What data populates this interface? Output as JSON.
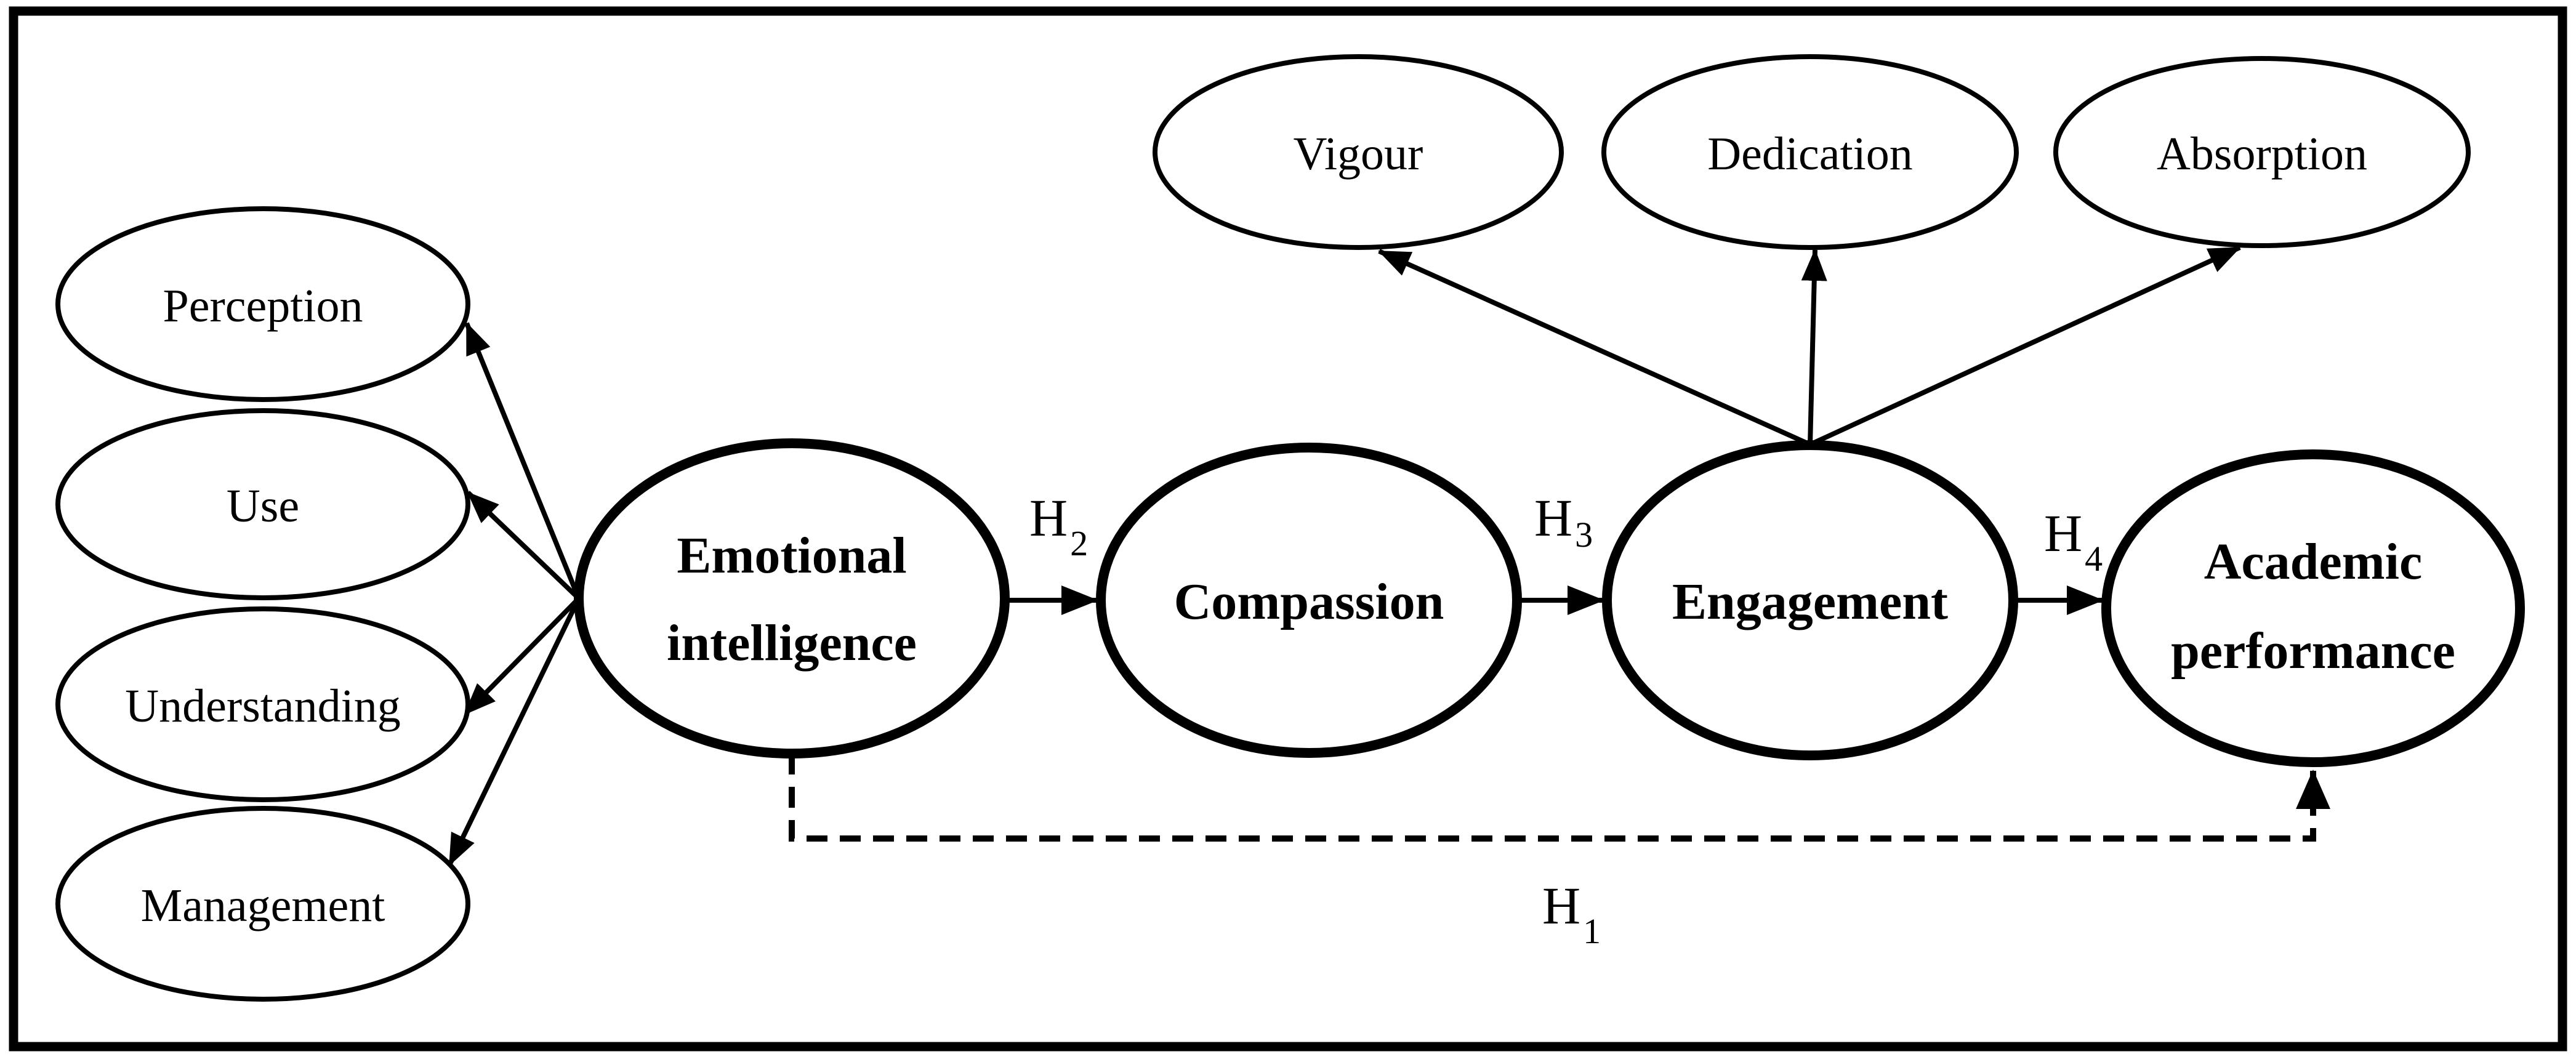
{
  "diagram": {
    "type": "path-model",
    "background_color": "#ffffff",
    "ink_color": "#000000",
    "nodes": {
      "emotional_intelligence": {
        "line1": "Emotional",
        "line2": "intelligence",
        "role": "latent-exogenous"
      },
      "compassion": {
        "label": "Compassion",
        "role": "latent-mediator"
      },
      "engagement": {
        "label": "Engagement",
        "role": "latent-mediator"
      },
      "academic_performance": {
        "line1": "Academic",
        "line2": "performance",
        "role": "latent-outcome"
      },
      "perception": {
        "label": "Perception",
        "role": "indicator-of-emotional-intelligence"
      },
      "use": {
        "label": "Use",
        "role": "indicator-of-emotional-intelligence"
      },
      "understanding": {
        "label": "Understanding",
        "role": "indicator-of-emotional-intelligence"
      },
      "management": {
        "label": "Management",
        "role": "indicator-of-emotional-intelligence"
      },
      "vigour": {
        "label": "Vigour",
        "role": "indicator-of-engagement"
      },
      "dedication": {
        "label": "Dedication",
        "role": "indicator-of-engagement"
      },
      "absorption": {
        "label": "Absorption",
        "role": "indicator-of-engagement"
      }
    },
    "hypotheses": {
      "h1": {
        "symbol": "H",
        "sub": "1",
        "from": "emotional_intelligence",
        "to": "academic_performance",
        "line_style": "dashed"
      },
      "h2": {
        "symbol": "H",
        "sub": "2",
        "from": "emotional_intelligence",
        "to": "compassion",
        "line_style": "solid"
      },
      "h3": {
        "symbol": "H",
        "sub": "3",
        "from": "compassion",
        "to": "engagement",
        "line_style": "solid"
      },
      "h4": {
        "symbol": "H",
        "sub": "4",
        "from": "engagement",
        "to": "academic_performance",
        "line_style": "solid"
      }
    },
    "indicator_edges": [
      {
        "from": "emotional_intelligence",
        "to": "perception"
      },
      {
        "from": "emotional_intelligence",
        "to": "use"
      },
      {
        "from": "emotional_intelligence",
        "to": "understanding"
      },
      {
        "from": "emotional_intelligence",
        "to": "management"
      },
      {
        "from": "engagement",
        "to": "vigour"
      },
      {
        "from": "engagement",
        "to": "dedication"
      },
      {
        "from": "engagement",
        "to": "absorption"
      }
    ]
  }
}
